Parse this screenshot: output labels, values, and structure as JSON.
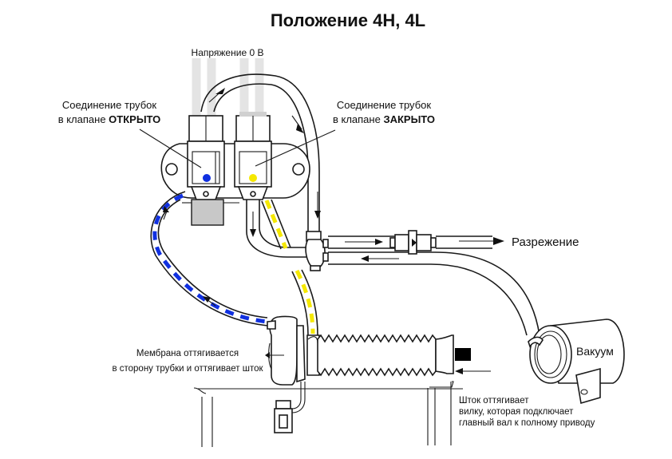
{
  "title": "Положение 4H, 4L",
  "labels": {
    "voltage": "Напряжение 0 В",
    "valve_open_line1": "Соединение трубок",
    "valve_open_line2_prefix": "в клапане ",
    "valve_open_state": "ОТКРЫТО",
    "valve_closed_line1": "Соединение трубок",
    "valve_closed_line2_prefix": "в клапане ",
    "valve_closed_state": "ЗАКРЫТО",
    "vacuum_out": "Разрежение",
    "vacuum_tank": "Вакуум",
    "membrane_line1": "Мембрана оттягивается",
    "membrane_line2": "в сторону трубки и оттягивает шток",
    "rod_line1": "Шток оттягивает",
    "rod_line2": "вилку, которая подключает",
    "rod_line3": "главный вал к полному приводу"
  },
  "colors": {
    "open_line": "#1030e0",
    "closed_line": "#f5e800",
    "connector_gray": "#c8c8c8",
    "rod_black": "#000000"
  }
}
